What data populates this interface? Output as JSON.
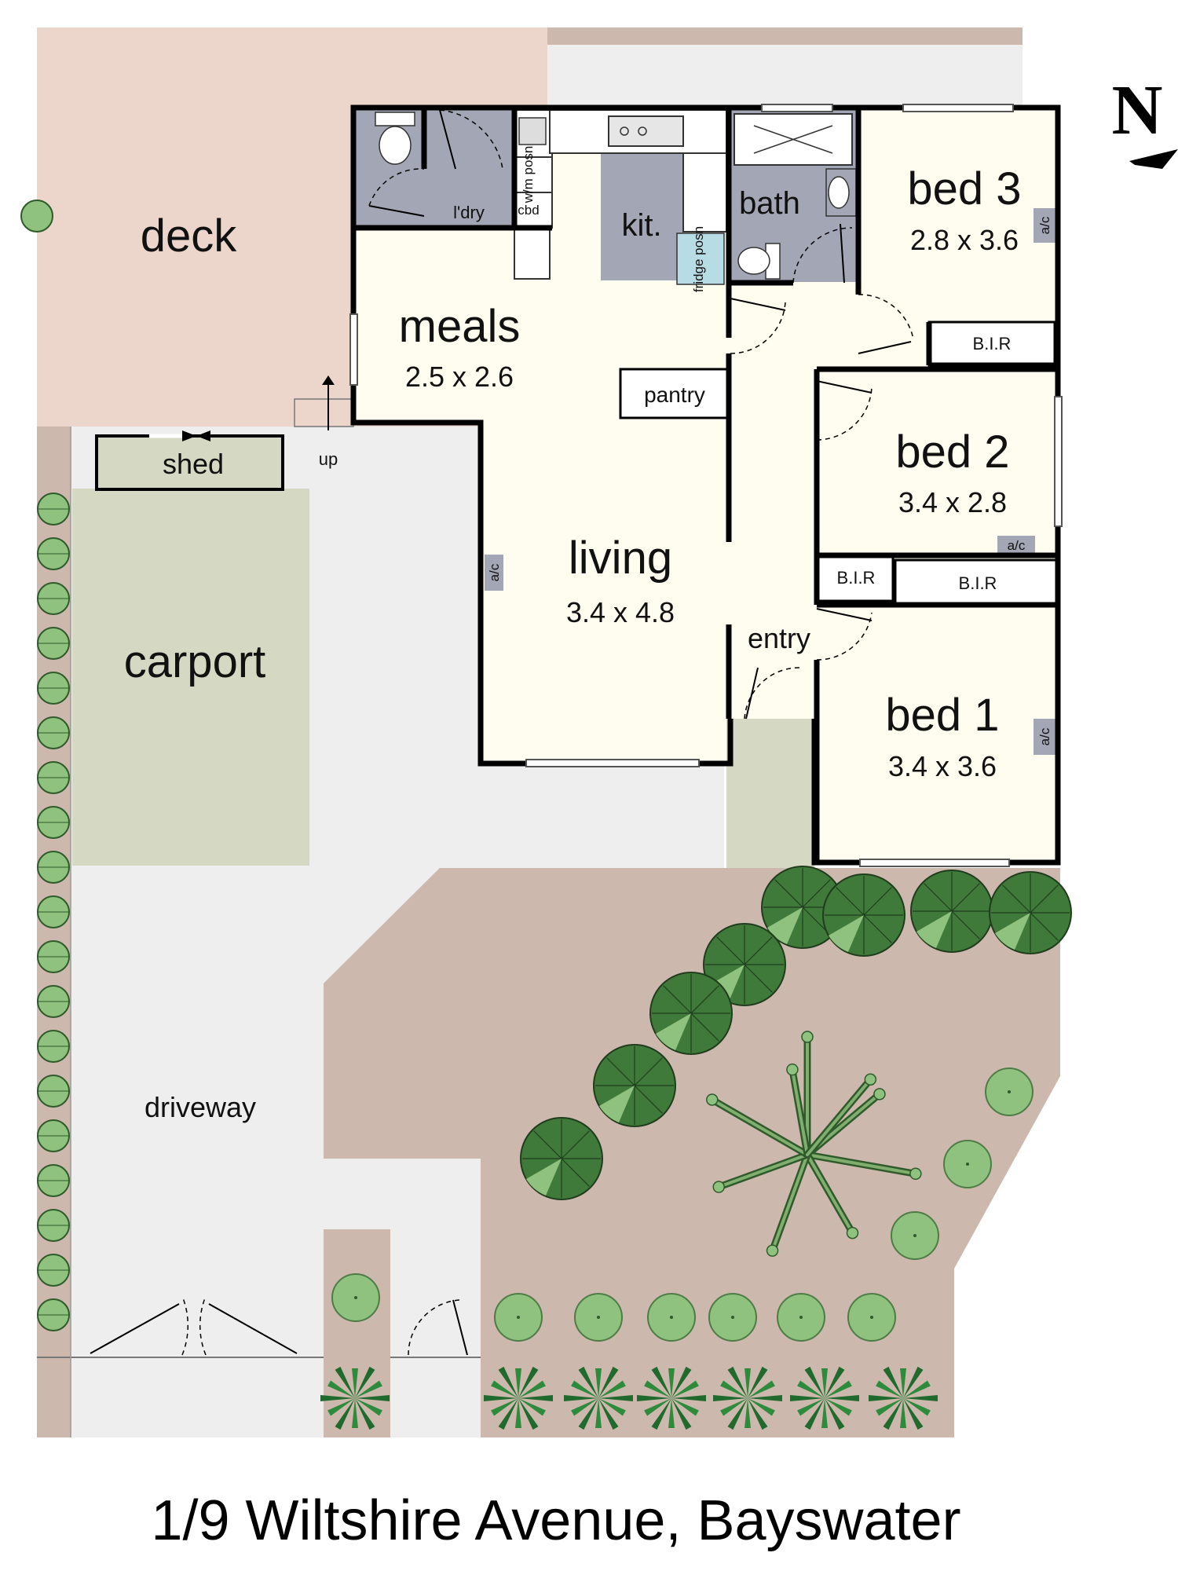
{
  "address": "1/9 Wiltshire Avenue, Bayswater",
  "north_label": "N",
  "rooms": {
    "deck": "deck",
    "meals": "meals",
    "meals_dim": "2.5 x 2.6",
    "living": "living",
    "living_dim": "3.4 x 4.8",
    "kitchen": "kit.",
    "bath": "bath",
    "laundry": "l'dry",
    "cupboard": "cbd",
    "wm_posn": "w/m posn",
    "fridge_posn": "fridge posn",
    "pantry": "pantry",
    "bed3": "bed 3",
    "bed3_dim": "2.8 x 3.6",
    "bed2": "bed 2",
    "bed2_dim": "3.4 x 2.8",
    "bed1": "bed 1",
    "bed1_dim": "3.4 x 3.6",
    "entry": "entry",
    "bir_bed3": "B.I.R",
    "bir_bed2": "B.I.R",
    "bir_bed1": "B.I.R",
    "ac": "a/c",
    "shed": "shed",
    "up": "up",
    "carport": "carport",
    "driveway": "driveway"
  },
  "colors": {
    "deck": "#ecd6cb",
    "interior": "#fefdf0",
    "wet_area": "#a3a6b4",
    "carport": "#d5d8c2",
    "driveway": "#eeeeee",
    "garden": "#cdb8ae",
    "tree_dark": "#3f7a3a",
    "tree_light": "#8fc27f"
  }
}
